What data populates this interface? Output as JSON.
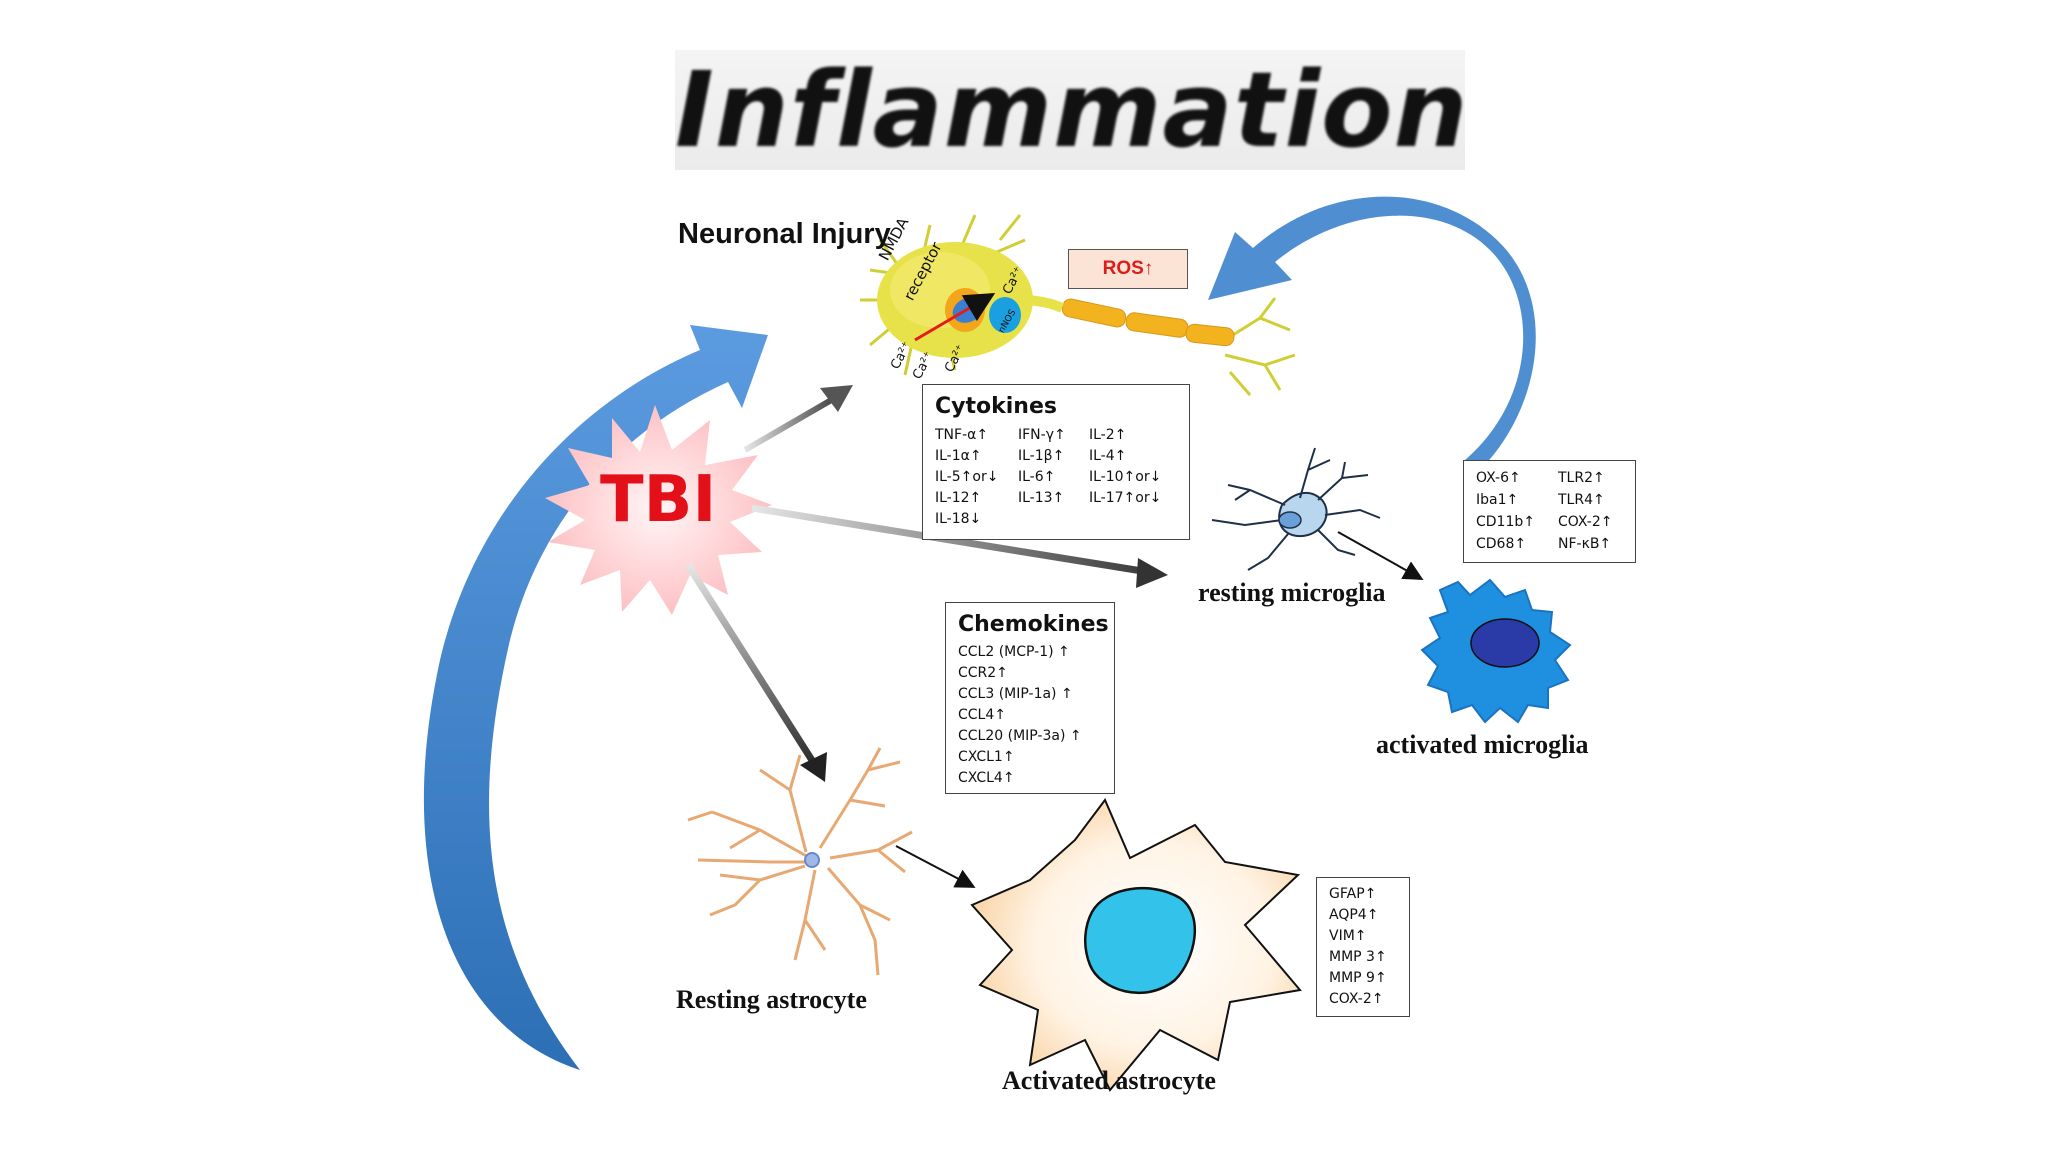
{
  "title": "Inflammation",
  "labels": {
    "neuronal_injury": "Neuronal Injury",
    "nmda": "NMDA",
    "receptor": "receptor",
    "ca": "Ca²⁺",
    "nnos": "nNOS",
    "ros": "ROS↑",
    "tbi": "TBI",
    "resting_microglia": "resting microglia",
    "activated_microglia": "activated microglia",
    "resting_astrocyte": "Resting astrocyte",
    "activated_astrocyte": "Activated astrocyte"
  },
  "cytokines": {
    "heading": "Cytokines",
    "columns": [
      [
        "TNF-α↑",
        "IL-1α↑",
        "IL-5↑or↓",
        "IL-12↑",
        "IL-18↓"
      ],
      [
        "IFN-γ↑",
        "IL-1β↑",
        "IL-6↑",
        "IL-13↑"
      ],
      [
        "IL-2↑",
        "IL-4↑",
        "IL-10↑or↓",
        "IL-17↑or↓"
      ]
    ]
  },
  "chemokines": {
    "heading": "Chemokines",
    "items": [
      "CCL2 (MCP-1) ↑",
      "CCR2↑",
      "CCL3 (MIP-1a) ↑",
      "CCL4↑",
      "CCL20 (MIP-3a) ↑",
      "CXCL1↑",
      "CXCL4↑"
    ]
  },
  "microglia_markers": {
    "columns": [
      [
        "OX-6↑",
        "Iba1↑",
        "CD11b↑",
        "CD68↑"
      ],
      [
        "TLR2↑",
        "TLR4↑",
        "COX-2↑",
        "NF-κB↑"
      ]
    ]
  },
  "astrocyte_markers": {
    "items": [
      "GFAP↑",
      "AQP4↑",
      "VIM↑",
      "MMP 3↑",
      "MMP 9↑",
      "COX-2↑"
    ]
  },
  "colors": {
    "blue_arrow": "#4f8fd1",
    "tbi_red": "#e3101a",
    "neuron_yellow": "#e8e24a",
    "axon_orange": "#f2b31f",
    "microglia_blue": "#1f8fe0",
    "astro_cytoplasm": "#fde7cc",
    "astro_nucleus": "#33c3ea"
  }
}
